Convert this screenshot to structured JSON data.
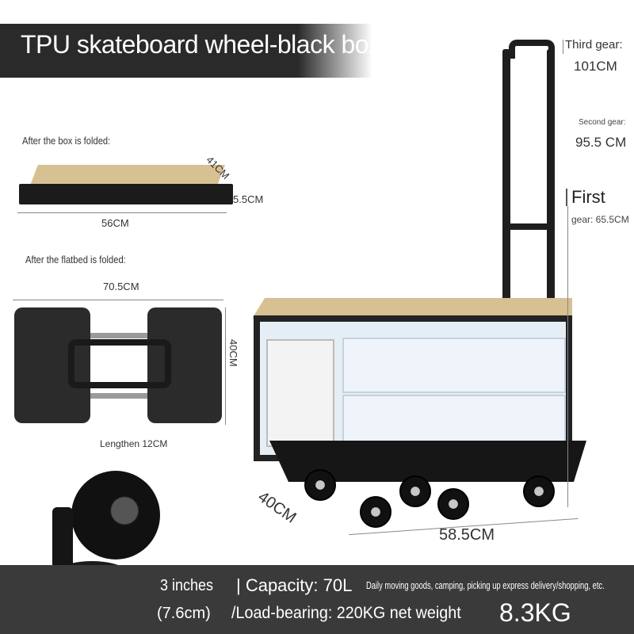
{
  "title": "TPU skateboard wheel-black box",
  "folded_box": {
    "caption": "After the box is folded:",
    "depth": "41CM",
    "height": "5.5CM",
    "width": "56CM"
  },
  "flatbed": {
    "caption": "After the flatbed is folded:",
    "length": "70.5CM",
    "height": "40CM",
    "lengthen": "Lengthen 12CM"
  },
  "gears": {
    "third_label": "Third gear:",
    "third_value": "101CM",
    "second_label": "Second gear:",
    "second_value": "95.5 CM",
    "first_label": "First",
    "first_value": "gear: 65.5CM"
  },
  "cart": {
    "depth": "40CM",
    "width": "58.5CM"
  },
  "bottom": {
    "wheel_size": "3 inches",
    "wheel_size_cm": "(7.6cm)",
    "capacity": "| Capacity: 70L",
    "usage": "Daily moving goods, camping, picking up express delivery/shopping, etc.",
    "load": "/Load-bearing: 220KG net weight",
    "weight": "8.3KG"
  },
  "colors": {
    "banner": "#2a2a2a",
    "bottom_bar": "#3a3a3a",
    "wood": "#d7c092",
    "frame": "#1e1e1e"
  }
}
